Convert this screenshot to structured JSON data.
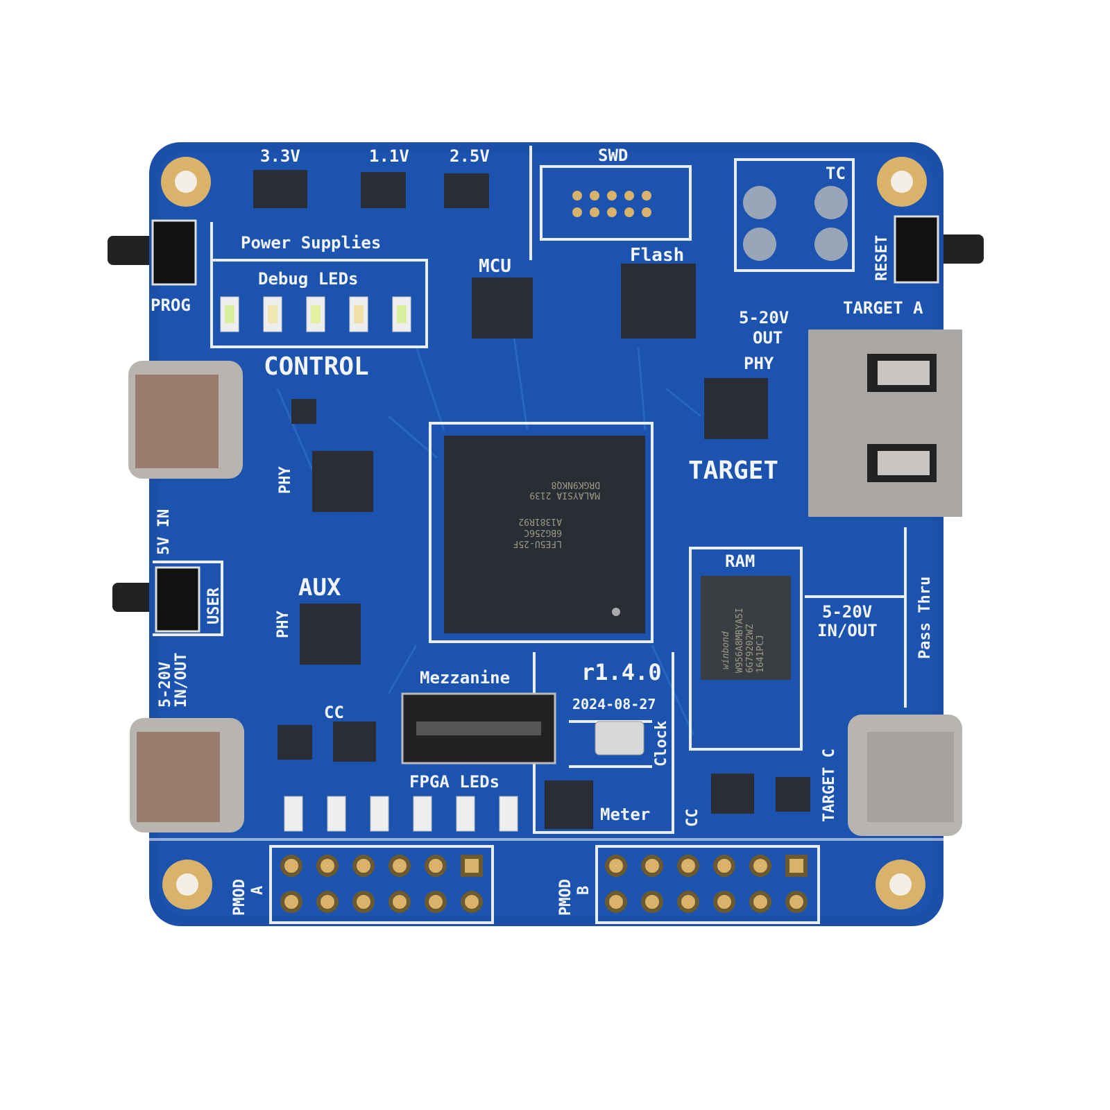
{
  "board": {
    "revision": "r1.4.0",
    "date": "2024-08-27",
    "colors": {
      "pcb": "#1b4fa8",
      "silkscreen": "#f2f5fa",
      "chip": "#2a2d33",
      "gold": "#d9b36a",
      "metal": "#b8b4b0"
    },
    "labels": {
      "v33": "3.3V",
      "v11": "1.1V",
      "v25": "2.5V",
      "swd": "SWD",
      "tc": "TC",
      "power_supplies": "Power Supplies",
      "debug_leds": "Debug LEDs",
      "prog": "PROG",
      "mcu": "MCU",
      "flash": "Flash",
      "reset": "RESET",
      "target_a": "TARGET A",
      "out_v1": "5-20V",
      "out_v2": "OUT",
      "phy_target": "PHY",
      "control": "CONTROL",
      "phy_control": "PHY",
      "target": "TARGET",
      "v5_in": "5V IN",
      "ram": "RAM",
      "user": "USER",
      "aux": "AUX",
      "phy_aux": "PHY",
      "inout_r1": "5-20V",
      "inout_r2": "IN/OUT",
      "pass_thru": "Pass Thru",
      "inout_l1": "5-20V",
      "inout_l2": "IN/OUT",
      "mezzanine": "Mezzanine",
      "cc_left": "CC",
      "clock": "Clock",
      "fpga_leds": "FPGA LEDs",
      "meter": "Meter",
      "cc_right": "CC",
      "target_c": "TARGET C",
      "pmod_a1": "PMOD",
      "pmod_a2": "A",
      "pmod_b1": "PMOD",
      "pmod_b2": "B"
    },
    "fpga_marking": [
      "DRGK9NKQ8",
      "MALAYSIA 2139",
      "A1381R92",
      "6BG256C",
      "LFE5U-25F"
    ],
    "ram_marking": [
      "winbond",
      "W956A8MBYA5I",
      "6G79202WZ",
      "1641PCJ"
    ]
  }
}
